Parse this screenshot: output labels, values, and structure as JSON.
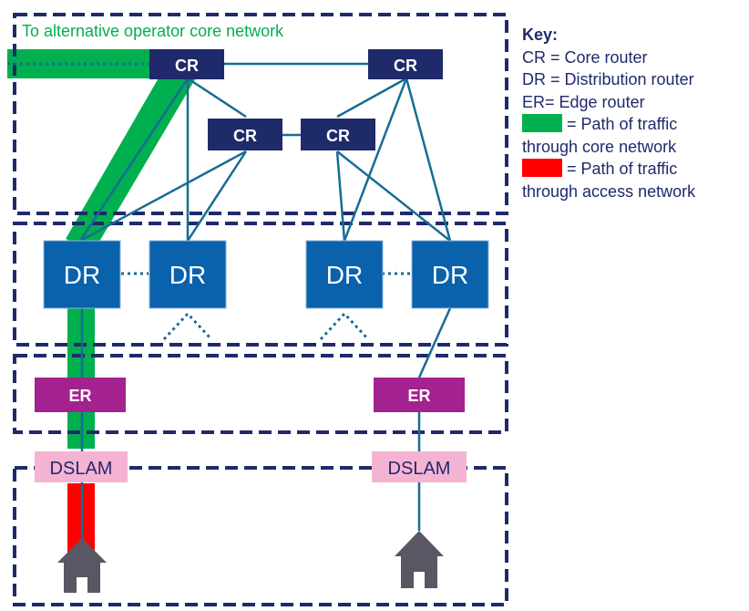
{
  "diagram": {
    "banner": "To alternative operator core network",
    "core_routers": [
      "CR",
      "CR",
      "CR",
      "CR"
    ],
    "distribution_routers": [
      "DR",
      "DR",
      "DR",
      "DR"
    ],
    "edge_routers": [
      "ER",
      "ER"
    ],
    "dslams": [
      "DSLAM",
      "DSLAM"
    ],
    "homes": [
      "home",
      "home"
    ]
  },
  "key": {
    "title": "Key:",
    "cr": "CR = Core router",
    "dr": "DR = Distribution router",
    "er": "ER= Edge router",
    "core_path_1": "= Path of traffic",
    "core_path_2": "through core network",
    "access_path_1": "= Path of traffic",
    "access_path_2": "through access network"
  },
  "colors": {
    "navy": "#1f2a6b",
    "link": "#176c96",
    "dr_fill": "#0a62ad",
    "er_fill": "#a3228f",
    "dslam_fill": "#f5b3d3",
    "core_path": "#00b04f",
    "access_path": "#ff0000",
    "house": "#5b5664"
  }
}
